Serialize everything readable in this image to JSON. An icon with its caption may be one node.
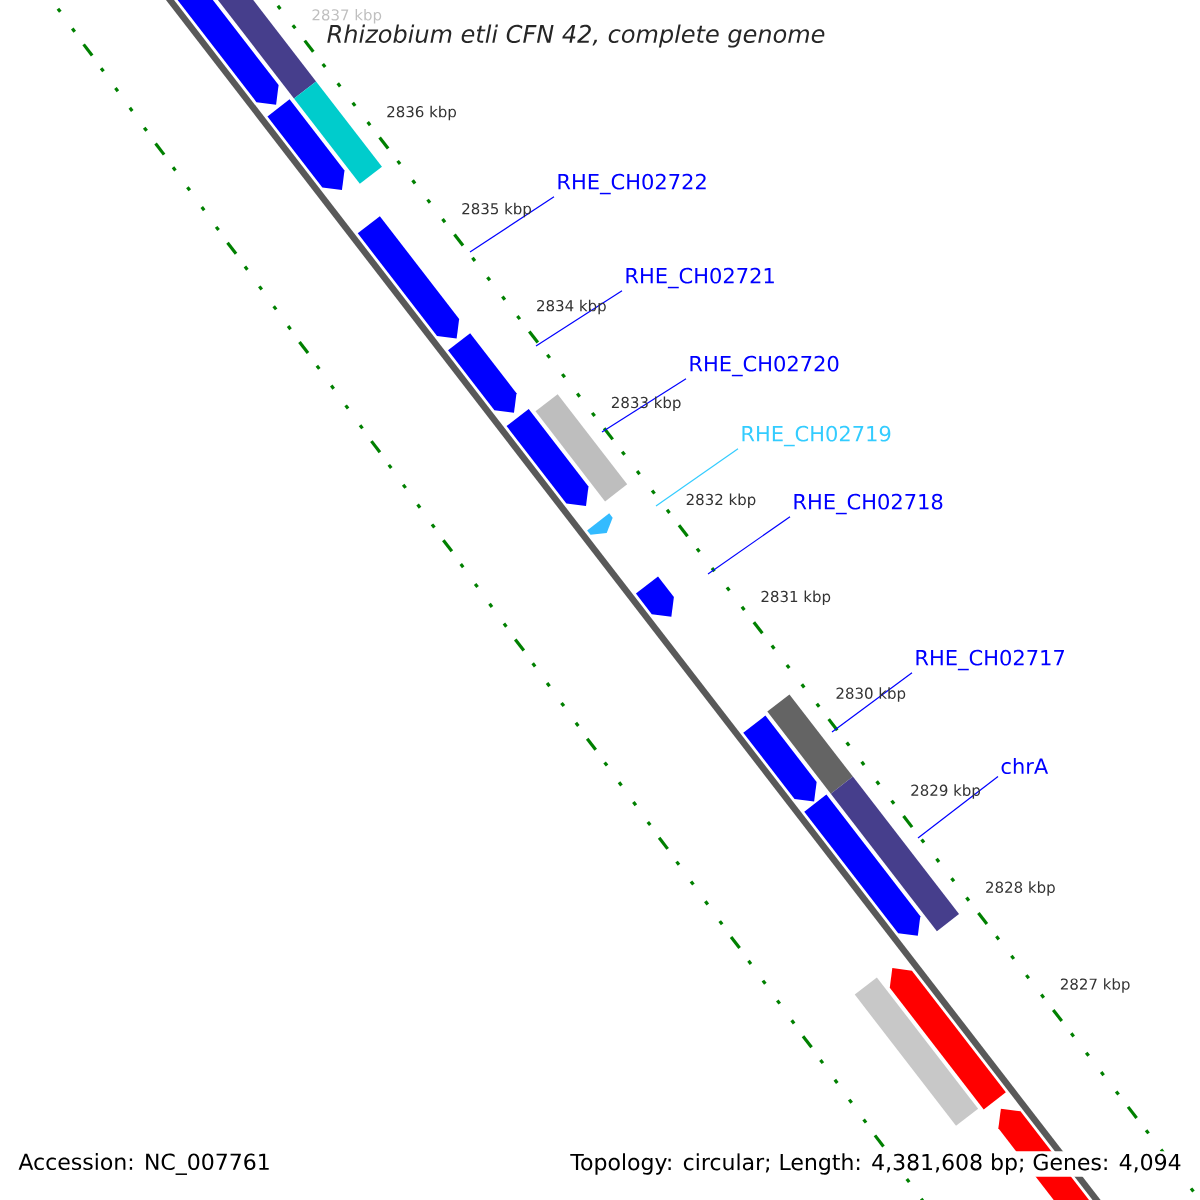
{
  "diagram": {
    "title": "Rhizobium etli CFN 42, complete genome",
    "nodes": [
      {
        "text": [
          "RHE_CH02722"
        ]
      },
      {
        "text": [
          "RHE_CH02721"
        ]
      },
      {
        "text": [
          "RHE_CH02720"
        ]
      },
      {
        "text": [
          "RHE_CH02719"
        ]
      },
      {
        "text": [
          "RHE_CH02718"
        ]
      },
      {
        "text": [
          "RHE_CH02717"
        ]
      },
      {
        "text": [
          "chrA"
        ]
      }
    ],
    "edges": [
      {
        "from": 0,
        "to": null,
        "arrow": "none"
      },
      {
        "from": 1,
        "to": null,
        "arrow": "none"
      },
      {
        "from": 2,
        "to": null,
        "arrow": "none"
      },
      {
        "from": 3,
        "to": null,
        "arrow": "none",
        "color": "#33ccff"
      },
      {
        "from": 4,
        "to": null,
        "arrow": "none"
      },
      {
        "from": 5,
        "to": null,
        "arrow": "none"
      },
      {
        "from": 6,
        "to": null,
        "arrow": "none"
      }
    ],
    "labels": [
      "2837 kbp",
      "2836 kbp",
      "2835 kbp",
      "2834 kbp",
      "2833 kbp",
      "2832 kbp",
      "2831 kbp",
      "2830 kbp",
      "2829 kbp",
      "2828 kbp",
      "2827 kbp",
      "Accession: NC_007761",
      "Topology: circular; Length: 4,381,608 bp; Genes: 4,094"
    ]
  }
}
